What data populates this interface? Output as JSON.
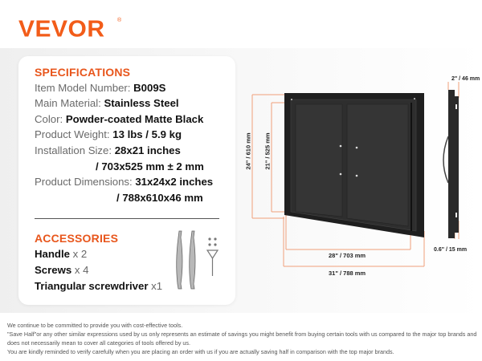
{
  "brand": {
    "logo_text": "VEVOR",
    "registered_mark": "®",
    "accent_color": "#f25c19"
  },
  "specifications": {
    "title": "SPECIFICATIONS",
    "items": [
      {
        "label": "Item Model Number: ",
        "value": "B009S"
      },
      {
        "label": "Main Material: ",
        "value": "Stainless Steel"
      },
      {
        "label": "Color: ",
        "value": "Powder-coated Matte Black"
      },
      {
        "label": "Product Weight: ",
        "value": "13 lbs / 5.9 kg"
      },
      {
        "label": "Installation Size: ",
        "value": "28x21 inches",
        "value2": "/ 703x525 mm ± 2 mm"
      },
      {
        "label": "Product Dimensions: ",
        "value": "31x24x2 inches",
        "value2": "/ 788x610x46 mm"
      }
    ]
  },
  "accessories": {
    "title": "ACCESSORIES",
    "items": [
      {
        "name": "Handle",
        "qty": " x 2"
      },
      {
        "name": "Screws",
        "qty": " x 4"
      },
      {
        "name": "Triangular screwdriver",
        "qty": " x1"
      }
    ]
  },
  "product_diagram": {
    "front_view": {
      "height_outer": "24\" / 610 mm",
      "height_inner": "21\" / 525 mm",
      "width_inner": "28\" / 703 mm",
      "width_outer": "31\" / 788 mm"
    },
    "side_view": {
      "depth_top": "2\" / 46 mm",
      "depth_bottom": "0.6\" / 15 mm"
    },
    "dimension_line_color": "#f0a07a",
    "door_color": "#2b2b2b"
  },
  "disclaimer": {
    "lines": [
      "We continue to be committed to provide you with cost-effective tools.",
      "\"Save Half\"or any other similar expressions used by us only represents an estimate of savings you might benefit from buying certain tools with us compared to the major top brands and does not necessarily mean to cover all categories of tools offered by us.",
      "You are kindly reminded to verify carefully when you are placing an order with us if you are actually saving half in comparison with the top major brands."
    ]
  }
}
